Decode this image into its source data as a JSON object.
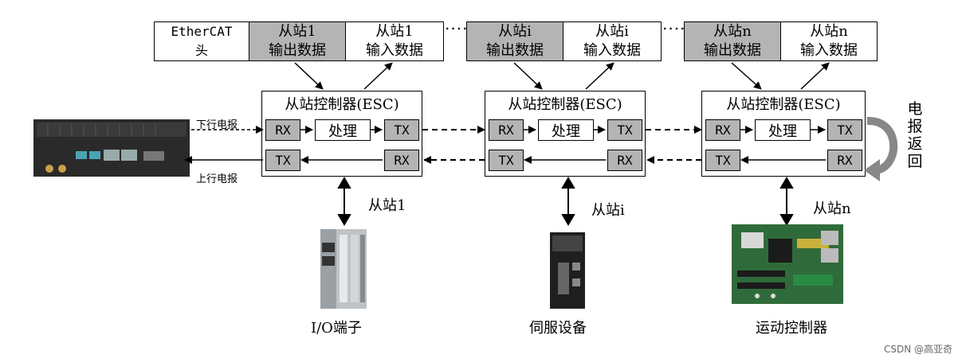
{
  "frame": {
    "header": "EtherCAT\n头",
    "cells": [
      {
        "label": "从站1\n输出数据",
        "shade": "gray"
      },
      {
        "label": "从站1\n输入数据",
        "shade": "white"
      },
      {
        "label": "从站i\n输出数据",
        "shade": "gray"
      },
      {
        "label": "从站i\n输入数据",
        "shade": "white"
      },
      {
        "label": "从站n\n输出数据",
        "shade": "gray"
      },
      {
        "label": "从站n\n输入数据",
        "shade": "white"
      }
    ],
    "ellipsis": "......"
  },
  "esc": {
    "title": "从站控制器(ESC)",
    "rx": "RX",
    "tx": "TX",
    "process": "处理"
  },
  "master": {
    "downlink": "下行电报",
    "uplink": "上行电报"
  },
  "return_label": "电报返回",
  "slaves": [
    {
      "name": "从站1",
      "device": "I/O端子"
    },
    {
      "name": "从站i",
      "device": "伺服设备"
    },
    {
      "name": "从站n",
      "device": "运动控制器"
    }
  ],
  "watermark": "CSDN @高亚奇"
}
